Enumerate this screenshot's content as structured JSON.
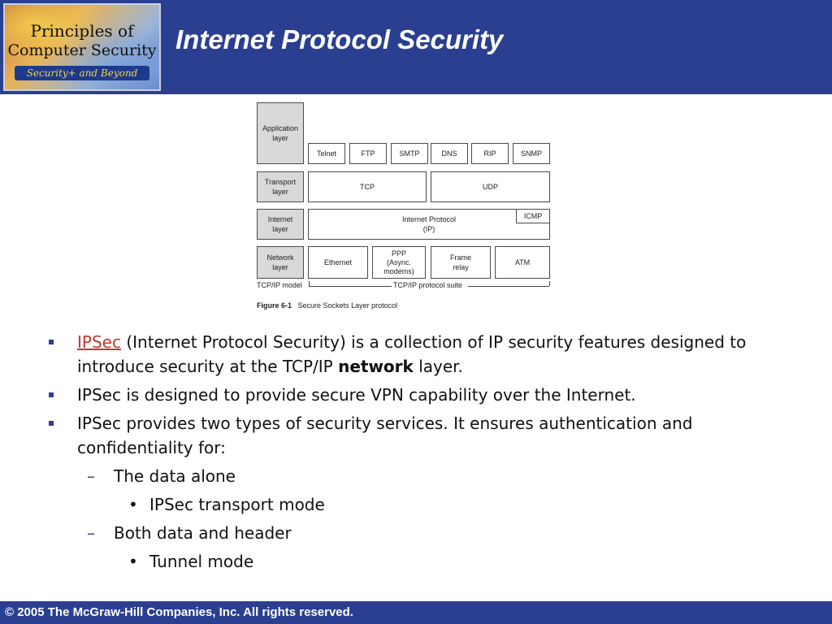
{
  "header": {
    "logo": {
      "line1": "Principles of",
      "line2": "Computer Security",
      "line3": "Security+ and Beyond"
    },
    "title": "Internet Protocol Security"
  },
  "figure": {
    "layers": {
      "application": "Application layer",
      "transport": "Transport layer",
      "internet": "Internet layer",
      "network": "Network layer"
    },
    "app_protocols": [
      "Telnet",
      "FTP",
      "SMTP",
      "DNS",
      "RIP",
      "SNMP"
    ],
    "transport": {
      "tcp": "TCP",
      "udp": "UDP"
    },
    "internet": {
      "ip_line1": "Internet Protocol",
      "ip_line2": "(IP)",
      "icmp": "ICMP"
    },
    "network": {
      "ethernet": "Ethernet",
      "ppp_line1": "PPP",
      "ppp_line2": "(Async.",
      "ppp_line3": "modems)",
      "frame_line1": "Frame",
      "frame_line2": "relay",
      "atm": "ATM"
    },
    "model_label": "TCP/IP model",
    "suite_label": "TCP/IP protocol suite",
    "caption_num": "Figure 6-1",
    "caption_text": "Secure Sockets Layer protocol"
  },
  "bullets": {
    "b1": {
      "link": "IPSec",
      "text1": " (Internet Protocol Security) is a collection of IP security features designed to introduce security at the TCP/IP ",
      "bold": "network",
      "text2": " layer."
    },
    "b2": "IPSec is designed to provide secure VPN capability over the Internet.",
    "b3": "IPSec provides two types of security services. It ensures authentication and confidentiality for:",
    "sub1": "The data alone",
    "sub1a": "IPSec transport mode",
    "sub2": "Both data and header",
    "sub2a": "Tunnel mode"
  },
  "marks": {
    "square": "▪",
    "dash": "–",
    "dot": "•"
  },
  "footer": {
    "copyright": "© 2005 The McGraw-Hill Companies, Inc. All rights reserved."
  },
  "colors": {
    "brand_blue": "#2a3f8f",
    "link_red": "#c0392b"
  }
}
